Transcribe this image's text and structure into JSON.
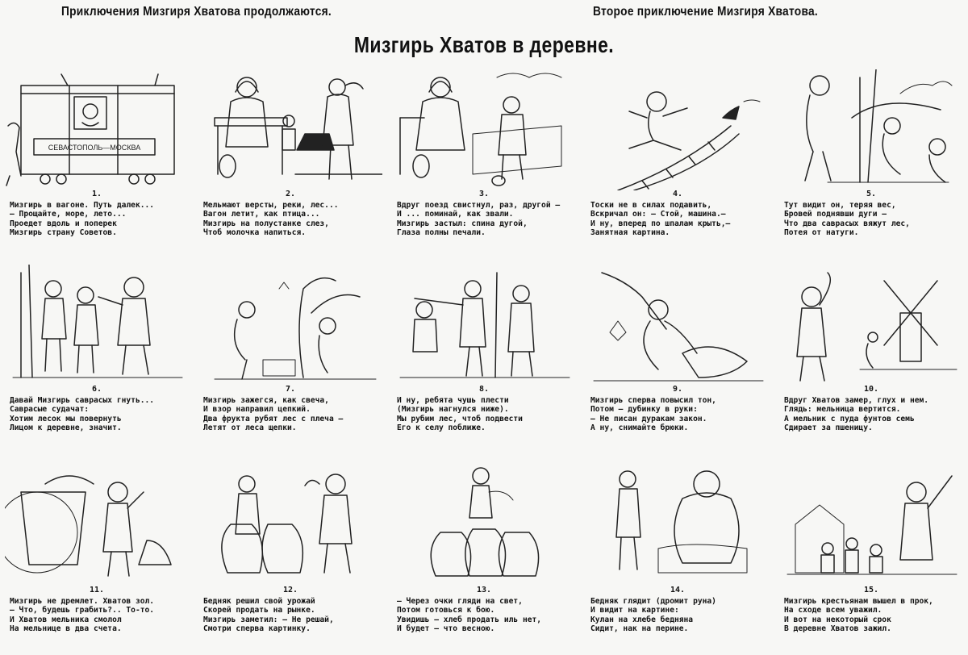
{
  "header": {
    "left": "Приключения Мизгиря Хватова продолжаются.",
    "right": "Второе приключение Мизгиря Хватова.",
    "title": "Мизгирь Хватов в деревне."
  },
  "panels": [
    {
      "number": "1.",
      "caption": "Мизгирь в вагоне. Путь далек...\n— Прощайте, море, лето...\nПроедет вдоль и поперек\nМизгирь страну Советов.",
      "sign": "СЕВАСТОПОЛЬ—МОСКВА"
    },
    {
      "number": "2.",
      "caption": "Мельмают версты, реки, лес...\nВагон летит, как птица...\nМизгирь на полустанке слез,\nЧтоб молочка напиться."
    },
    {
      "number": "3.",
      "caption": "Вдруг поезд свистнул, раз, другой —\nИ ... поминай, как звали.\nМизгирь застыл: спина дугой,\nГлаза полны печали."
    },
    {
      "number": "4.",
      "caption": "Тоски не в силах подавить,\nВскричал он: — Стой, машина.—\nИ ну, вперед по шпалам крыть,—\nЗанятная картина."
    },
    {
      "number": "5.",
      "caption": "Тут видит он, теряя вес,\nБровей поднявши дуги —\nЧто два саврасых вяжут лес,\nПотея от натуги."
    },
    {
      "number": "6.",
      "caption": "Давай Мизгирь саврасых гнуть...\nСаврасые судачат:\nХотим лесок мы повернуть\nЛицом к деревне, значит."
    },
    {
      "number": "7.",
      "caption": "Мизгирь зажегся, как свеча,\nИ взор направил цепкий.\nДва фрукта рубят лес с плеча —\nЛетят от леса щепки."
    },
    {
      "number": "8.",
      "caption": "И ну, ребята чушь плести\n(Мизгирь нагнулся ниже).\nМы рубим лес, чтоб подвести\nЕго к селу поближе."
    },
    {
      "number": "9.",
      "caption": "Мизгирь сперва повысил тон,\nПотом — дубинку в руки:\n— Не писан дуракам закон.\nА ну, снимайте брюки."
    },
    {
      "number": "10.",
      "caption": "Вдруг Хватов замер, глух и нем.\nГлядь: мельница вертится.\nА мельник с пуда фунтов семь\nСдирает за пшеницу."
    },
    {
      "number": "11.",
      "caption": "Мизгирь не дремлет. Хватов зол.\n— Что, будешь грабить?.. То-то.\nИ Хватов мельника смолол\nНа мельнице в два счета."
    },
    {
      "number": "12.",
      "caption": "Бедняк решил свой урожай\nСкорей продать на рынке.\nМизгирь заметил: — Не решай,\nСмотри сперва картинку."
    },
    {
      "number": "13.",
      "caption": "— Через очки гляди на свет,\nПотом готовься к бою.\nУвидишь — хлеб продать иль нет,\nИ будет — что весною."
    },
    {
      "number": "14.",
      "caption": "Бедняк глядит (дромит руна)\nИ видит на картине:\nКулан на хлебе бедняна\nСидит, нак на перине."
    },
    {
      "number": "15.",
      "caption": "Мизгирь крестьянам вышел в прок,\nНа сходе всем уважил.\nИ вот на некоторый срок\nВ деревне Хватов зажил."
    }
  ]
}
